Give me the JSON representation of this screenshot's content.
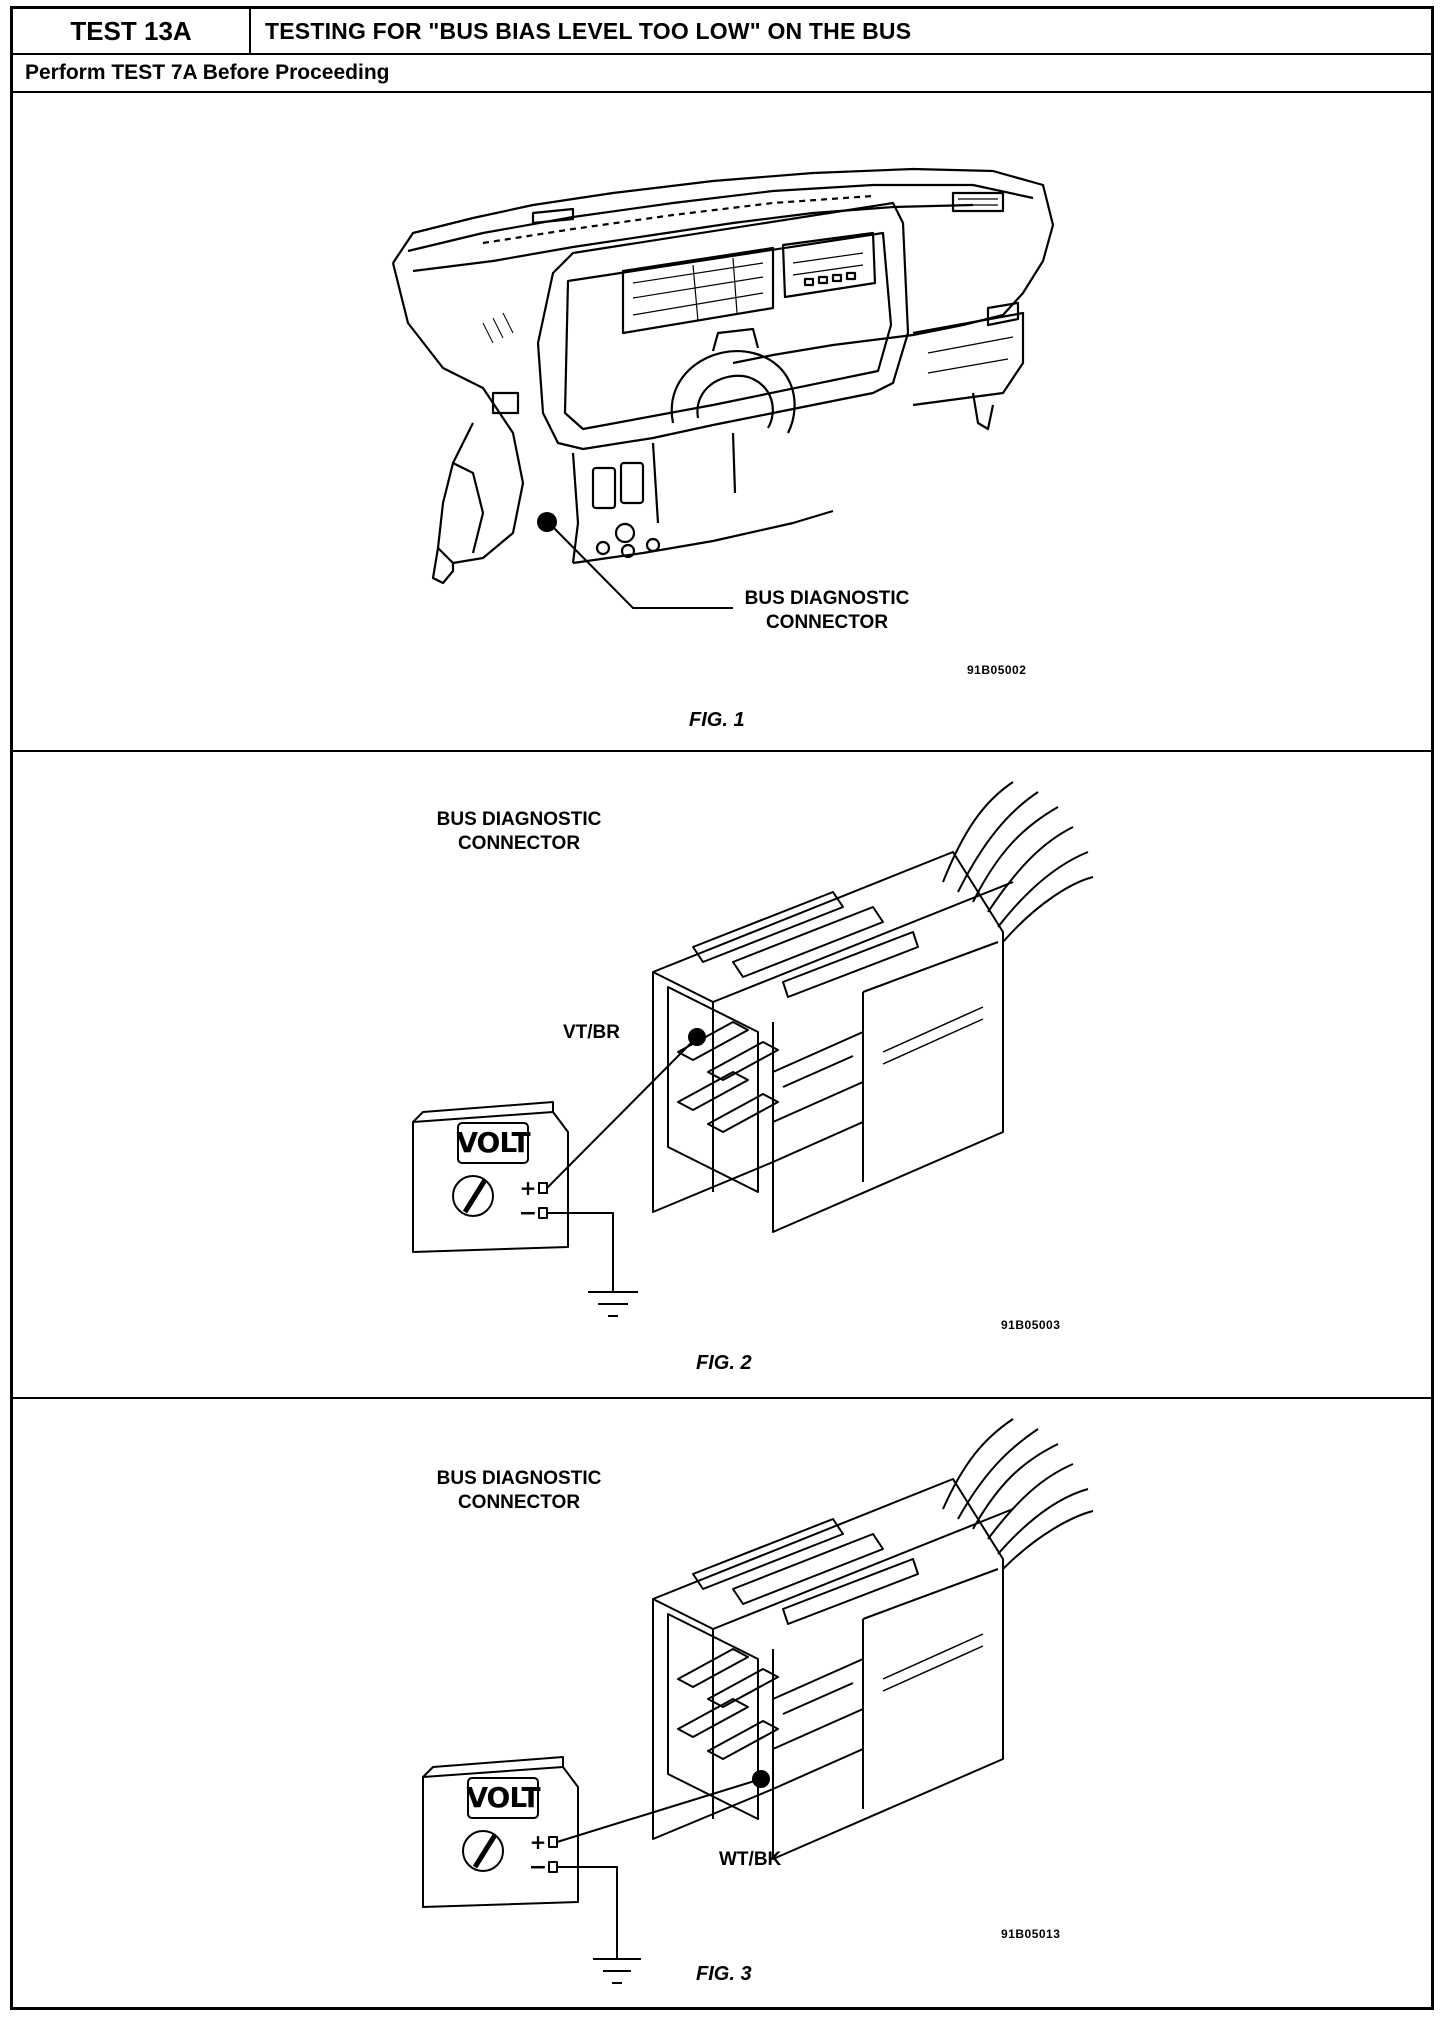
{
  "header": {
    "test_id": "TEST 13A",
    "title": "TESTING FOR \"BUS BIAS LEVEL TOO LOW\" ON THE BUS",
    "prerequisite": "Perform TEST 7A Before Proceeding"
  },
  "figures": [
    {
      "caption": "FIG. 1",
      "code": "91B05002",
      "callout": [
        "BUS DIAGNOSTIC",
        "CONNECTOR"
      ],
      "icon": "instrument-panel-illustration"
    },
    {
      "caption": "FIG. 2",
      "code": "91B05003",
      "title": [
        "BUS DIAGNOSTIC",
        "CONNECTOR"
      ],
      "wire_label": "VT/BR",
      "meter_label": "VOLT",
      "plus": "+",
      "minus": "−",
      "icon": "voltmeter-icon"
    },
    {
      "caption": "FIG. 3",
      "code": "91B05013",
      "title": [
        "BUS DIAGNOSTIC",
        "CONNECTOR"
      ],
      "wire_label": "WT/BK",
      "meter_label": "VOLT",
      "plus": "+",
      "minus": "−",
      "icon": "voltmeter-icon"
    }
  ],
  "colors": {
    "ink": "#000000",
    "paper": "#ffffff"
  }
}
